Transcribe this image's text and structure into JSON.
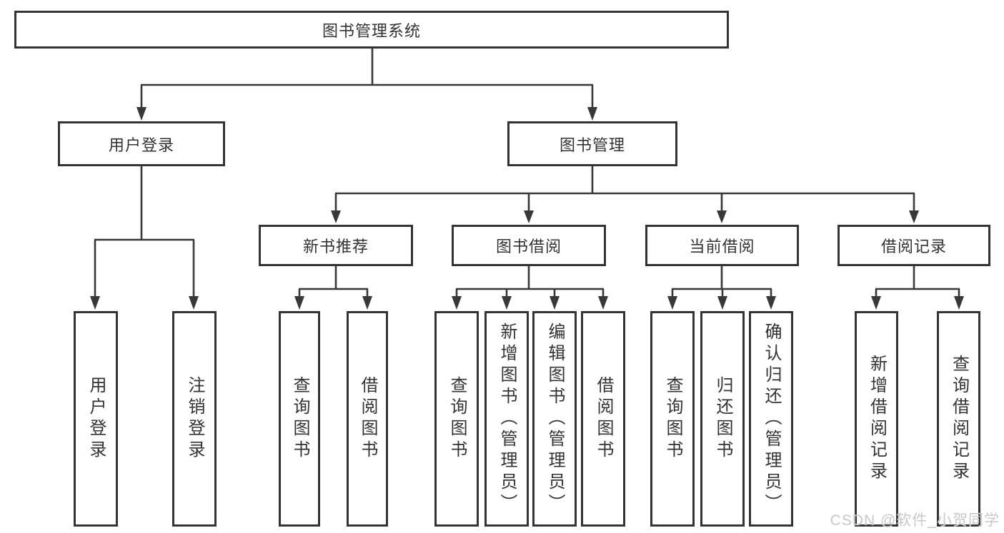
{
  "colors": {
    "line": "#383838",
    "box_border": "#333333",
    "text": "#333333",
    "background": "#ffffff",
    "watermark": "#c8c8c8"
  },
  "watermark": {
    "text": "CSDN @软件_小贺同学"
  },
  "tree": {
    "root": {
      "label": "图书管理系统",
      "children": [
        {
          "label": "用户登录",
          "children": [
            {
              "label": "用户登录"
            },
            {
              "label": "注销登录"
            }
          ]
        },
        {
          "label": "图书管理",
          "children": [
            {
              "label": "新书推荐",
              "children": [
                {
                  "label": "查询图书"
                },
                {
                  "label": "借阅图书"
                }
              ]
            },
            {
              "label": "图书借阅",
              "children": [
                {
                  "label": "查询图书"
                },
                {
                  "label": "新增图书（管理员）"
                },
                {
                  "label": "编辑图书（管理员）"
                },
                {
                  "label": "借阅图书"
                }
              ]
            },
            {
              "label": "当前借阅",
              "children": [
                {
                  "label": "查询图书"
                },
                {
                  "label": "归还图书"
                },
                {
                  "label": "确认归还（管理员）"
                }
              ]
            },
            {
              "label": "借阅记录",
              "children": [
                {
                  "label": "新增借阅记录"
                },
                {
                  "label": "查询借阅记录"
                }
              ]
            }
          ]
        }
      ]
    }
  }
}
